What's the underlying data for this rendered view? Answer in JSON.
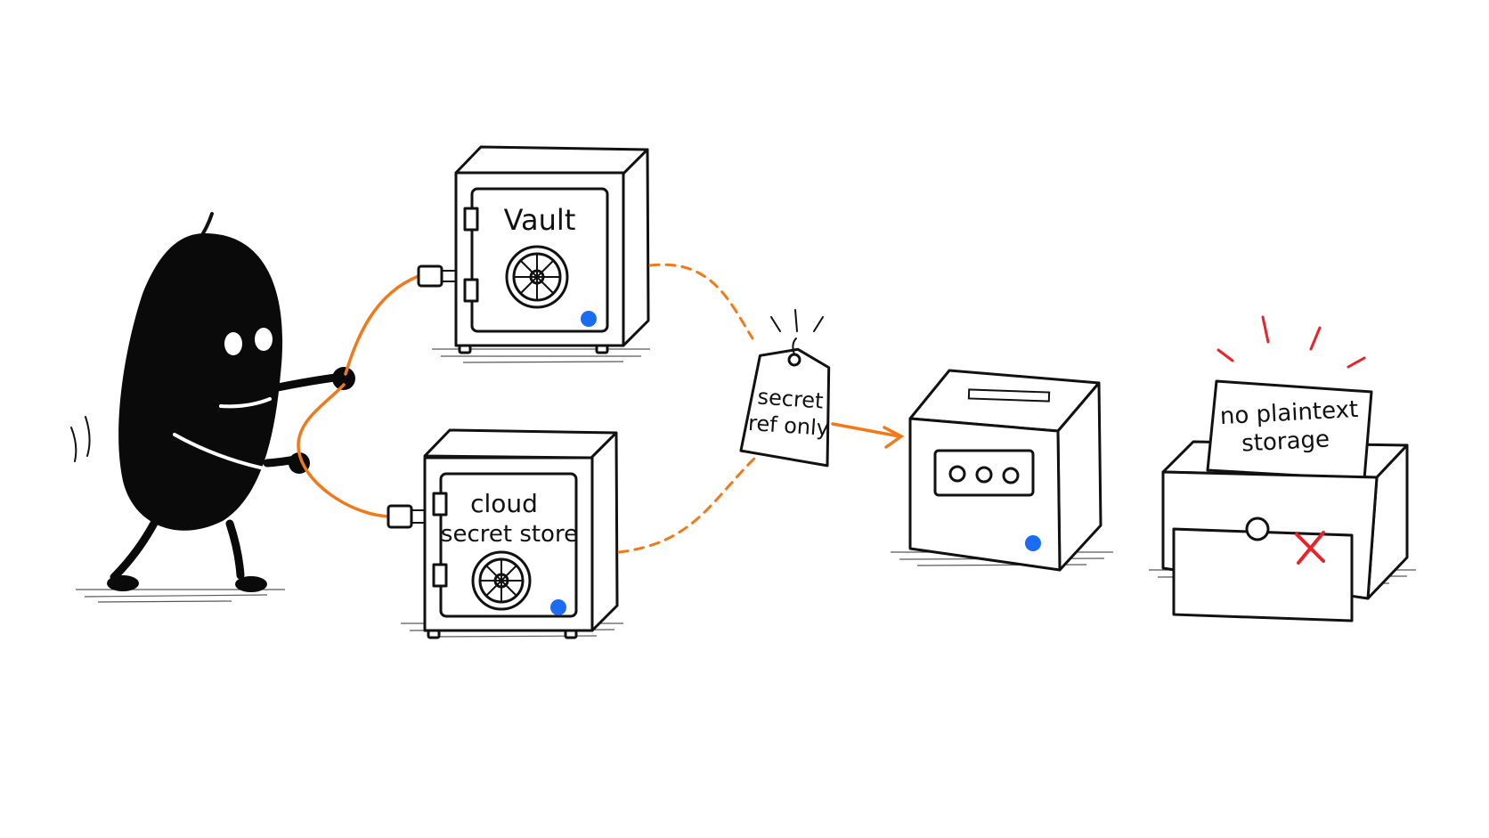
{
  "labels": {
    "vault": "Vault",
    "cloud_line1": "cloud",
    "cloud_line2": "secret store",
    "tag_line1": "secret",
    "tag_line2": "ref only",
    "plaintext_line1": "no plaintext",
    "plaintext_line2": "storage"
  },
  "colors": {
    "cable": "#f07a1a",
    "indicator": "#1a6cf0",
    "reject": "#e8242a",
    "ink": "#111111"
  },
  "icons": {
    "character": "blob-character-icon",
    "safe": "safe-icon",
    "dial": "safe-dial-icon",
    "tag": "tag-icon",
    "device": "server-box-icon",
    "reject": "x-mark-icon"
  }
}
